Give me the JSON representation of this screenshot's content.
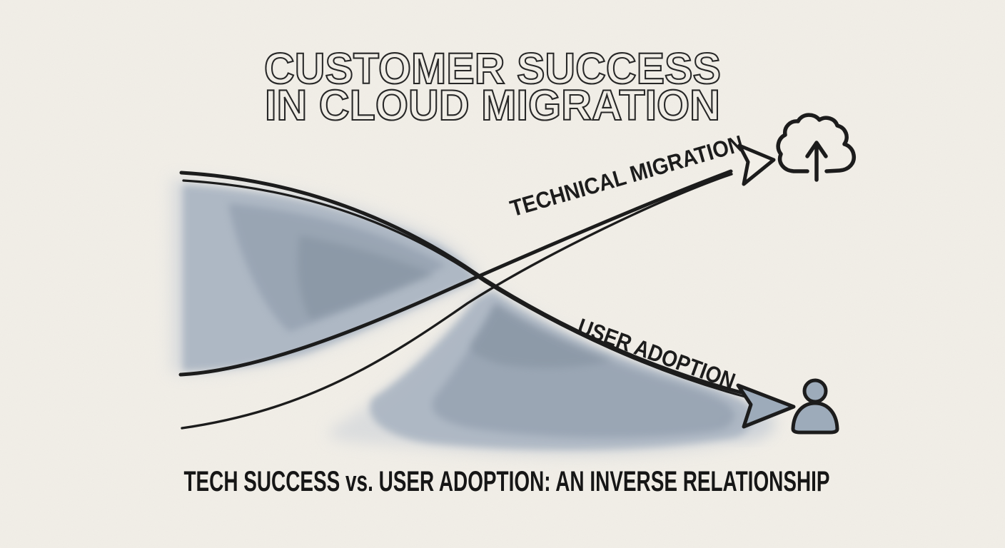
{
  "title": {
    "line1": "CUSTOMER SUCCESS",
    "line2": "IN CLOUD MIGRATION"
  },
  "curves": {
    "technical": {
      "label": "TECHNICAL MIGRATION",
      "icon": "cloud-upload-icon",
      "arrow_style": "open-outline"
    },
    "user": {
      "label": "USER ADOPTION",
      "icon": "person-icon",
      "arrow_style": "filled-gray"
    }
  },
  "caption": {
    "text": "TECH SUCCESS vs. USER ADOPTION: AN INVERSE RELATIONSHIP"
  },
  "colors": {
    "paper": "#f2efe8",
    "ink": "#1c1c1c",
    "wash_mid": "#a9b4c1",
    "wash_deep": "#8593a4",
    "wash_dark": "#72818f",
    "wash_light": "#c9cfd7",
    "figure_fill": "#9dabba"
  }
}
